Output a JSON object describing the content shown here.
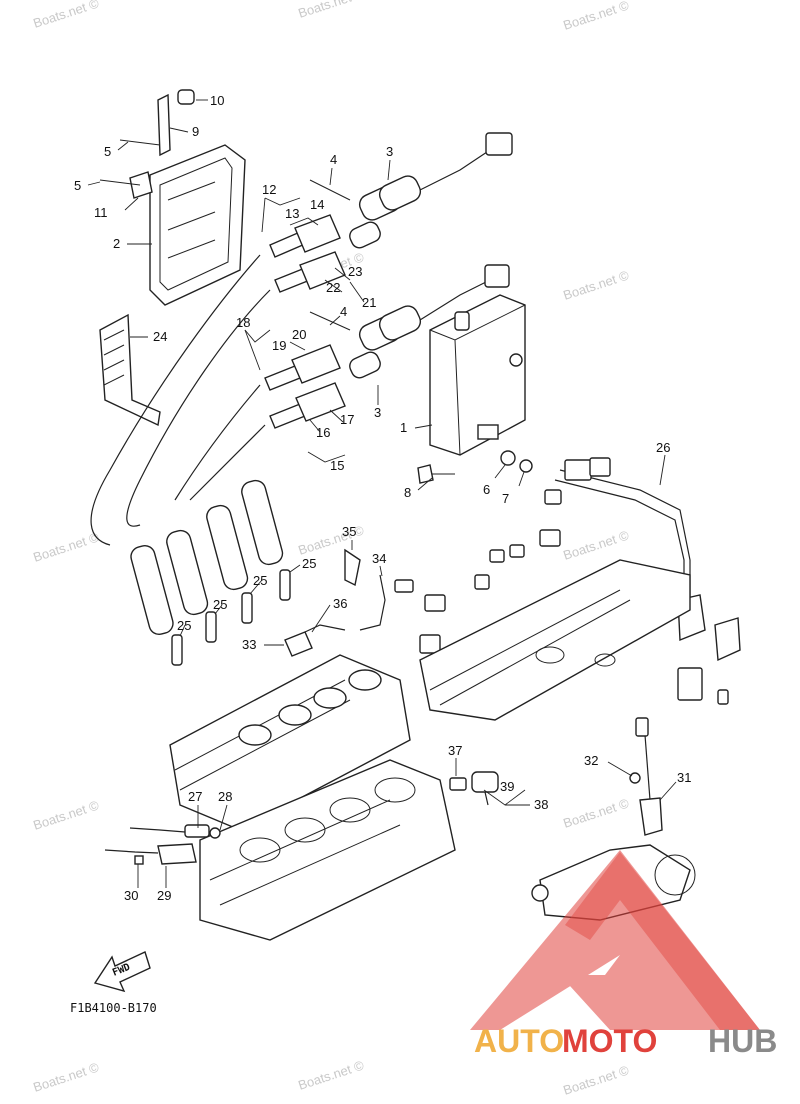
{
  "watermark_text": "Boats.net ©",
  "diagram_code": "F1B4100-B170",
  "fwd_label": "FWD",
  "logo": {
    "part1": "AUTO",
    "part2": "MOTO",
    "part3": "HUB"
  },
  "callouts": [
    "10",
    "9",
    "5",
    "5",
    "11",
    "2",
    "24",
    "4",
    "3",
    "12",
    "13",
    "14",
    "23",
    "22",
    "21",
    "4",
    "18",
    "20",
    "19",
    "3",
    "1",
    "17",
    "16",
    "15",
    "8",
    "6",
    "7",
    "26",
    "35",
    "34",
    "25",
    "25",
    "25",
    "25",
    "36",
    "33",
    "37",
    "39",
    "38",
    "27",
    "28",
    "32",
    "31",
    "30",
    "29"
  ],
  "colors": {
    "line": "#222222",
    "watermark": "#c9c9c9",
    "logo_red": "#e0423c",
    "logo_orange": "#f1b24a",
    "logo_gray": "#8a8a8a"
  }
}
